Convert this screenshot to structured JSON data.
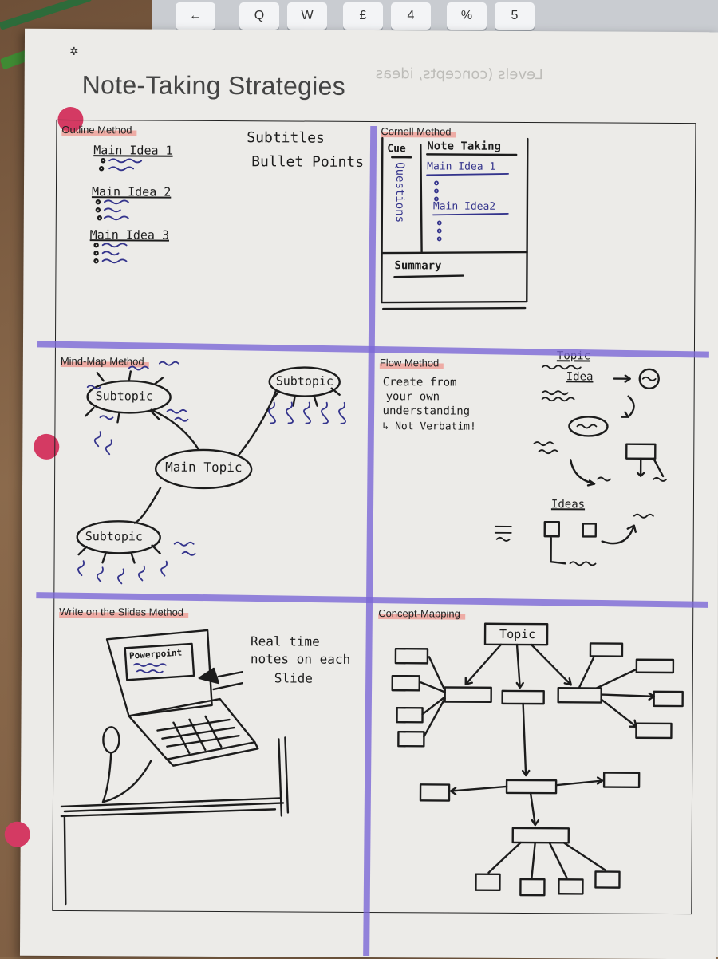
{
  "page": {
    "title": "Note-Taking Strategies",
    "bleed_through": "Levels (concepts, ideas"
  },
  "keyboard": {
    "keys": [
      "←",
      "Q",
      "W",
      "£",
      "4",
      "%",
      "5"
    ]
  },
  "sections": {
    "outline": {
      "label": "Outline Method",
      "items": [
        "Main Idea 1",
        "Main Idea 2",
        "Main Idea 3"
      ],
      "notes": [
        "Subtitles",
        "Bullet Points"
      ]
    },
    "cornell": {
      "label": "Cornell Method",
      "cue": "Cue",
      "note_taking": "Note Taking",
      "questions": "Questions",
      "main_ideas": [
        "Main Idea 1",
        "Main Idea2"
      ],
      "summary": "Summary"
    },
    "mindmap": {
      "label": "Mind-Map Method",
      "main_topic": "Main Topic",
      "subtopics": [
        "Subtopic",
        "Subtopic",
        "Subtopic"
      ]
    },
    "flow": {
      "label": "Flow Method",
      "note_lines": [
        "Create from",
        "your own",
        "understanding",
        "↳ Not Verbatim!"
      ],
      "topic": "Topic",
      "idea": "Idea",
      "ideas": "Ideas"
    },
    "slides": {
      "label": "Write on the Slides Method",
      "screen_word": "Powerpoint",
      "note_lines": [
        "Real time",
        "notes on each",
        "Slide"
      ]
    },
    "concept": {
      "label": "Concept-Mapping",
      "topic": "Topic"
    }
  },
  "colors": {
    "highlight_purple": "#7c68d6",
    "label_highlight": "#f0786e",
    "ink_blue": "#34348c",
    "binder_hole": "#d43a63"
  }
}
